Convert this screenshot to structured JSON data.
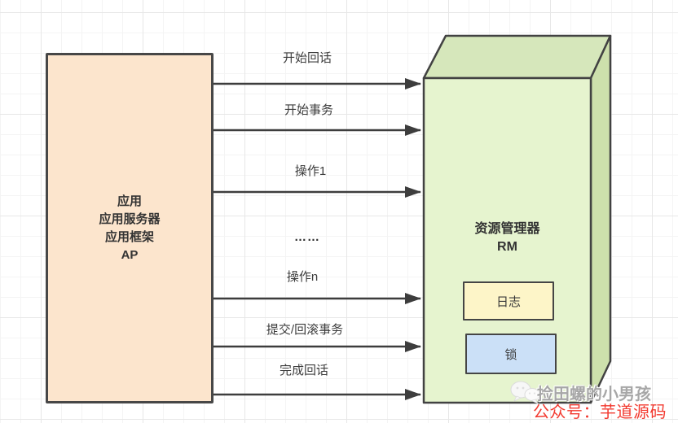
{
  "colors": {
    "ap_fill": "#FCE5CD",
    "rm_front_fill": "#E6F4CF",
    "rm_top_fill": "#D6E7BB",
    "rm_side_fill": "#CDE0AC",
    "log_fill": "#FDF5C8",
    "lock_fill": "#CBE0F7",
    "shape_stroke": "#424242",
    "label_text": "#3C3C3C",
    "watermark_gray": "#A7A7A7",
    "watermark_red": "#F23A30"
  },
  "ap_box": {
    "line1": "应用",
    "line2": "应用服务器",
    "line3": "应用框架",
    "line4": "AP"
  },
  "rm_box": {
    "line1": "资源管理器",
    "line2": "RM",
    "log_label": "日志",
    "lock_label": "锁"
  },
  "arrows": {
    "a1": "开始回话",
    "a2": "开始事务",
    "a3": "操作1",
    "ellipsis": "……",
    "a4": "操作n",
    "a5": "提交/回滚事务",
    "a6": "完成回话"
  },
  "watermark": {
    "account_name": "捡田螺的小男孩",
    "subscription": "公众号：芋道源码"
  }
}
